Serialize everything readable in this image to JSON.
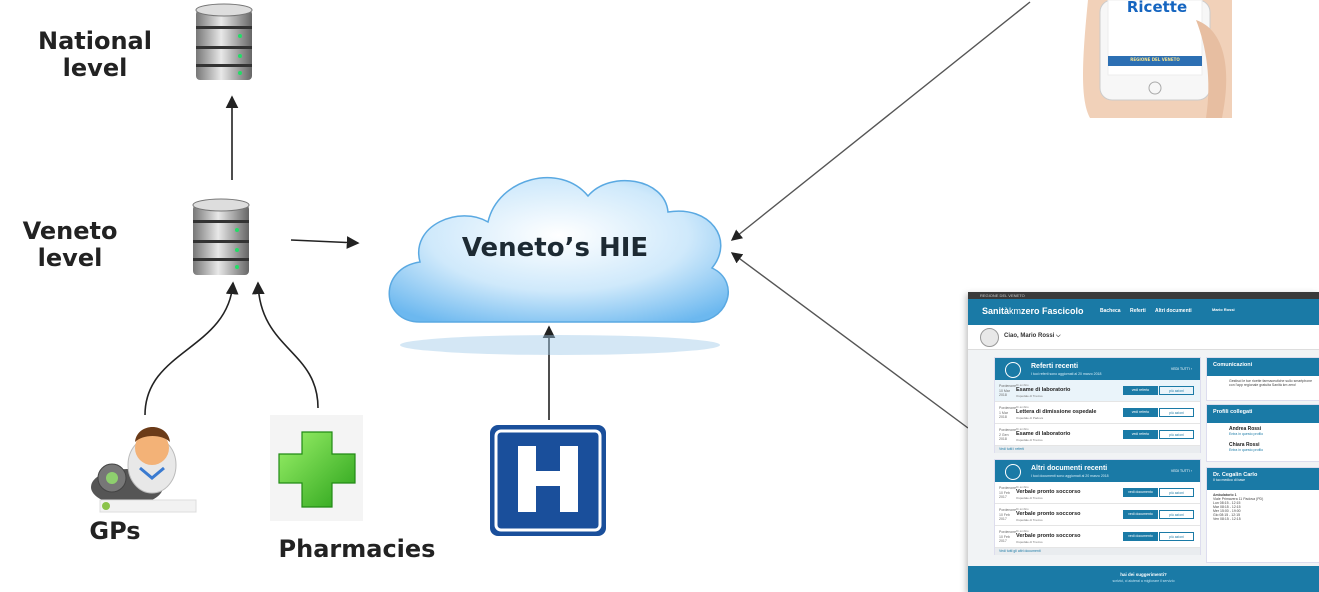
{
  "labels": {
    "national": "National\nlevel",
    "veneto": "Veneto\nlevel",
    "gps": "GPs",
    "pharmacies": "Pharmacies",
    "hie": "Veneto’s HIE",
    "phone_app": "Ricette",
    "phone_brand": "REGIONE DEL VENETO"
  },
  "portal": {
    "topbar": "REGIONE DEL VENETO",
    "brand_a": "Sanità",
    "brand_b": "km",
    "brand_c": "zero Fascicolo",
    "nav": [
      "Bacheca",
      "Referti",
      "Altri documenti"
    ],
    "user": "Mario Rossi",
    "greeting": "Ciao, Mario Rossi ⌵",
    "referti_title": "Referti recenti",
    "referti_sub": "I tuoi referti sono aggiornati al 20 marzo 2018",
    "view_all": "VEDI TUTTI ›",
    "referti": [
      {
        "date": "Pordenone 10 Mar 2018",
        "kind": "Di ambito",
        "name": "Esame di laboratorio",
        "hospital": "Ospedale di Treviso",
        "btn": "vedi referto",
        "more": "più azioni"
      },
      {
        "date": "Pordenone 1 Mar 2018",
        "kind": "Di ambito",
        "name": "Lettera di dimissione ospedale",
        "hospital": "Ospedale di Padova",
        "btn": "vedi referto",
        "more": "più azioni"
      },
      {
        "date": "Pordenone 2 Gen 2018",
        "kind": "Di ambito",
        "name": "Esame di laboratorio",
        "hospital": "Ospedale di Treviso",
        "btn": "vedi referto",
        "more": "più azioni"
      }
    ],
    "referti_more": "Vedi tutti i referti",
    "docs_title": "Altri documenti recenti",
    "docs_sub": "I tuoi documenti sono aggiornati al 20 marzo 2018",
    "docs": [
      {
        "date": "Pordenone 10 Feb 2017",
        "kind": "Di ambito",
        "name": "Verbale pronto soccorso",
        "hospital": "Ospedale di Treviso",
        "btn": "vedi documento",
        "more": "più azioni"
      },
      {
        "date": "Pordenone 10 Feb 2017",
        "kind": "Di ambito",
        "name": "Verbale pronto soccorso",
        "hospital": "Ospedale di Treviso",
        "btn": "vedi documento",
        "more": "più azioni"
      },
      {
        "date": "Pordenone 10 Feb 2017",
        "kind": "Di ambito",
        "name": "Verbale pronto soccorso",
        "hospital": "Ospedale di Treviso",
        "btn": "vedi documento",
        "more": "più azioni"
      }
    ],
    "docs_more": "Vedi tutti gli altri documenti",
    "com_title": "Comunicazioni",
    "com_text": "Gestisci le tue ricette farmaceutiche sullo smartphone con l'app regionale gratuita Sanità km zero!",
    "prof_title": "Profili collegati",
    "profiles": [
      {
        "name": "Andrea Rossi",
        "link": "Entra in questo profilo"
      },
      {
        "name": "Chiara Rossi",
        "link": "Entra in questo profilo"
      }
    ],
    "doc_name": "Dr. Cegalin Carlo",
    "doc_role": "Il tuo medico di base",
    "doc_office": "Ambulatorio 1",
    "doc_addr": "Viale Primavera 11 Padova (PD)",
    "doc_hours": [
      "Lun 08:15 - 12:15",
      "Mar 08:15 - 12:15",
      "Mer 15:00 - 19:00",
      "Gio 08:15 - 12:15",
      "Ven 08:15 - 12:15"
    ],
    "footer_a": "hai dei suggerimenti?",
    "footer_b": "scrivici, ci aiuterai a migliorare il servizio"
  }
}
